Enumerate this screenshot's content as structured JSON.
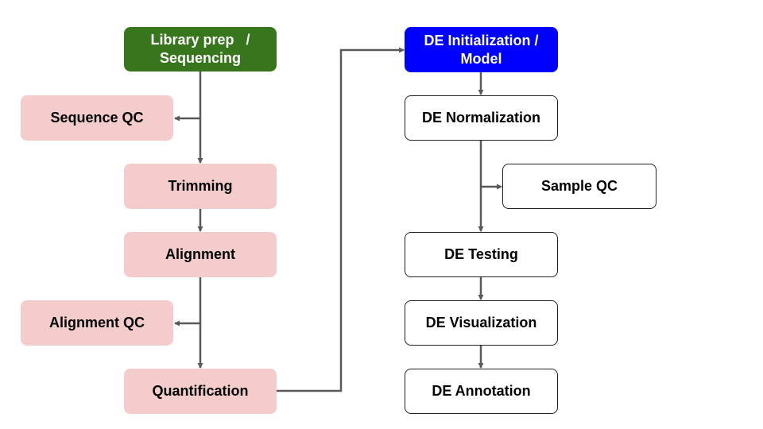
{
  "nodes": {
    "library_prep": "Library prep   /\nSequencing",
    "sequence_qc": "Sequence QC",
    "trimming": "Trimming",
    "alignment": "Alignment",
    "alignment_qc": "Alignment QC",
    "quantification": "Quantification",
    "de_init": "DE Initialization /\nModel",
    "de_normalization": "DE Normalization",
    "sample_qc": "Sample QC",
    "de_testing": "DE Testing",
    "de_visualization": "DE Visualization",
    "de_annotation": "DE Annotation"
  },
  "colors": {
    "start_fill": "#38761d",
    "model_fill": "#0000ff",
    "pipeline_fill": "#f4cccc",
    "de_fill": "#ffffff",
    "connector": "#595959"
  }
}
